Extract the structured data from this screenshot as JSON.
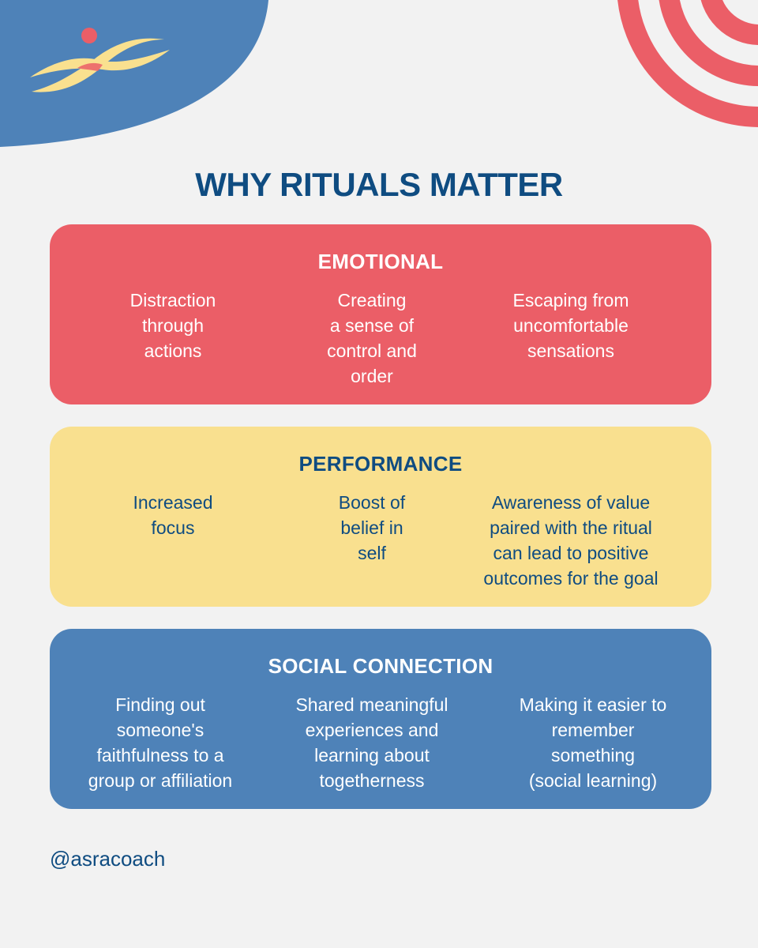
{
  "colors": {
    "background": "#f2f2f2",
    "navy": "#0f4c81",
    "blue": "#4e82b8",
    "red": "#eb5e67",
    "yellow": "#f9e08f",
    "white": "#ffffff"
  },
  "title": "WHY RITUALS MATTER",
  "cards": [
    {
      "title": "EMOTIONAL",
      "columns": [
        [
          "Distraction",
          "through",
          "actions"
        ],
        [
          "Creating",
          "a sense of",
          "control and",
          "order"
        ],
        [
          "Escaping from",
          "uncomfortable",
          "sensations"
        ]
      ]
    },
    {
      "title": "PERFORMANCE",
      "columns": [
        [
          "Increased",
          "focus"
        ],
        [
          "Boost of",
          "belief in",
          "self"
        ],
        [
          "Awareness of value",
          "paired with the ritual",
          "can lead to positive",
          "outcomes for the goal"
        ]
      ]
    },
    {
      "title": "SOCIAL CONNECTION",
      "columns": [
        [
          "Finding out",
          "someone's",
          "faithfulness to a",
          "group or affiliation"
        ],
        [
          "Shared meaningful",
          "experiences and",
          "learning about",
          "togetherness"
        ],
        [
          "Making it easier to",
          "remember",
          "something",
          "(social learning)"
        ]
      ]
    }
  ],
  "handle": "@asracoach",
  "icons": [
    "swimmer-logo-icon",
    "concentric-rings-decoration",
    "corner-blob-decoration"
  ]
}
